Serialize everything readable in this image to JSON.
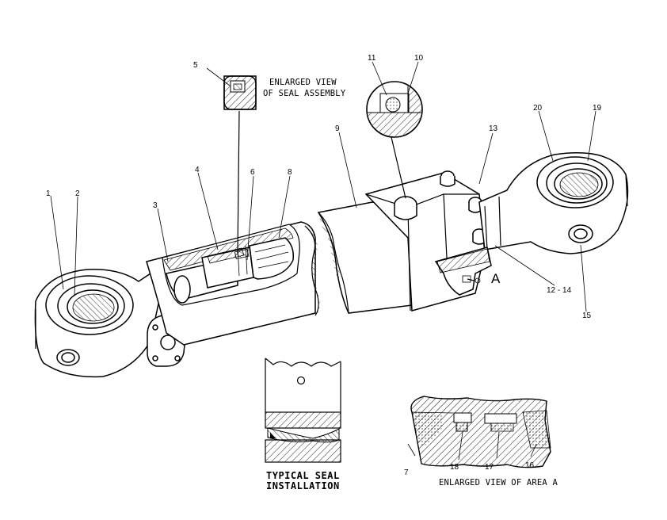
{
  "labels": {
    "n1": "1",
    "n2": "2",
    "n3": "3",
    "n4": "4",
    "n5": "5",
    "n6": "6",
    "n7": "7",
    "n8": "8",
    "n9": "9",
    "n10": "10",
    "n11": "11",
    "n13": "13",
    "n12_14": "12 - 14",
    "n15": "15",
    "n16": "16",
    "n17": "17",
    "n18": "18",
    "n19": "19",
    "n20": "20",
    "area_letter": "A"
  },
  "captions": {
    "seal_view_line1": "ENLARGED VIEW",
    "seal_view_line2": "OF SEAL ASSEMBLY",
    "typical_line1": "TYPICAL SEAL",
    "typical_line2": "INSTALLATION",
    "area_view": "ENLARGED VIEW OF AREA A"
  }
}
